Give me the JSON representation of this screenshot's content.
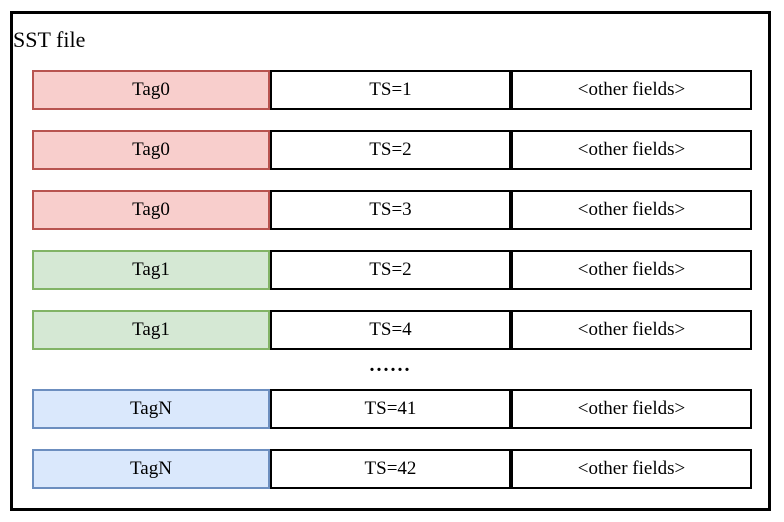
{
  "title": "SST file",
  "ellipsis": "......",
  "colors": {
    "tag0_fill": "#f8cecc",
    "tag0_stroke": "#b85450",
    "tag1_fill": "#d5e8d4",
    "tag1_stroke": "#82b366",
    "tagN_fill": "#dae8fc",
    "tagN_stroke": "#6c8ebf",
    "cell_border": "#000000",
    "text": "#000000"
  },
  "rows": [
    {
      "tag": "Tag0",
      "ts": "TS=1",
      "other": "<other fields>",
      "fill": "#f8cecc",
      "stroke": "#b85450"
    },
    {
      "tag": "Tag0",
      "ts": "TS=2",
      "other": "<other fields>",
      "fill": "#f8cecc",
      "stroke": "#b85450"
    },
    {
      "tag": "Tag0",
      "ts": "TS=3",
      "other": "<other fields>",
      "fill": "#f8cecc",
      "stroke": "#b85450"
    },
    {
      "tag": "Tag1",
      "ts": "TS=2",
      "other": "<other fields>",
      "fill": "#d5e8d4",
      "stroke": "#82b366"
    },
    {
      "tag": "Tag1",
      "ts": "TS=4",
      "other": "<other fields>",
      "fill": "#d5e8d4",
      "stroke": "#82b366"
    },
    {
      "tag": "TagN",
      "ts": "TS=41",
      "other": "<other fields>",
      "fill": "#dae8fc",
      "stroke": "#6c8ebf"
    },
    {
      "tag": "TagN",
      "ts": "TS=42",
      "other": "<other fields>",
      "fill": "#dae8fc",
      "stroke": "#6c8ebf"
    }
  ]
}
